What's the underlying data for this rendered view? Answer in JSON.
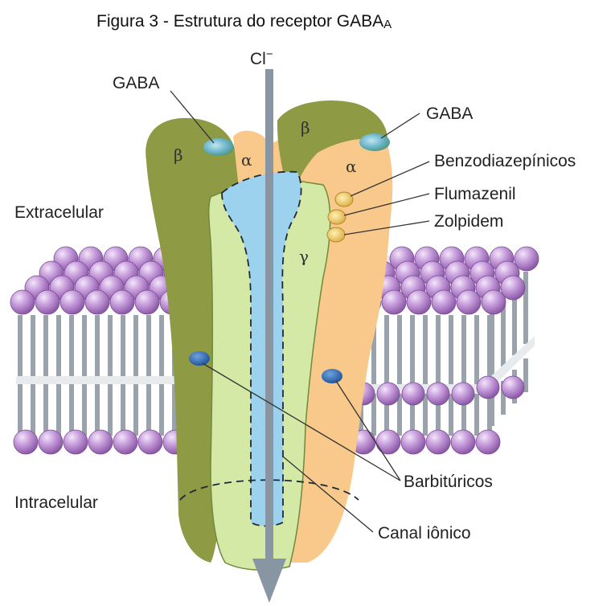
{
  "figure": {
    "title": "Figura 3 - Estrutura do receptor GABA",
    "title_subscript": "A",
    "ion": "Cl",
    "ion_charge": "−"
  },
  "regions": {
    "extracellular": "Extracelular",
    "intracellular": "Intracelular"
  },
  "subunits": {
    "beta_left": "β",
    "alpha_left": "α",
    "beta_right": "β",
    "alpha_right": "α",
    "gamma": "γ"
  },
  "callouts": {
    "gaba_left": "GABA",
    "gaba_right": "GABA",
    "benzodiazepines": "Benzodiazepínicos",
    "flumazenil": "Flumazenil",
    "zolpidem": "Zolpidem",
    "barbiturates": "Barbitúricos",
    "ion_channel": "Canal iônico"
  },
  "colors": {
    "beta_subunit": "#8e9a44",
    "alpha_subunit": "#f8c98a",
    "gamma_subunit": "#d4e9a6",
    "channel": "#9cd2ee",
    "arrow": "#8896a4",
    "lipid_head": "#c29bd6",
    "lipid_tail": "#9aa3ac"
  }
}
